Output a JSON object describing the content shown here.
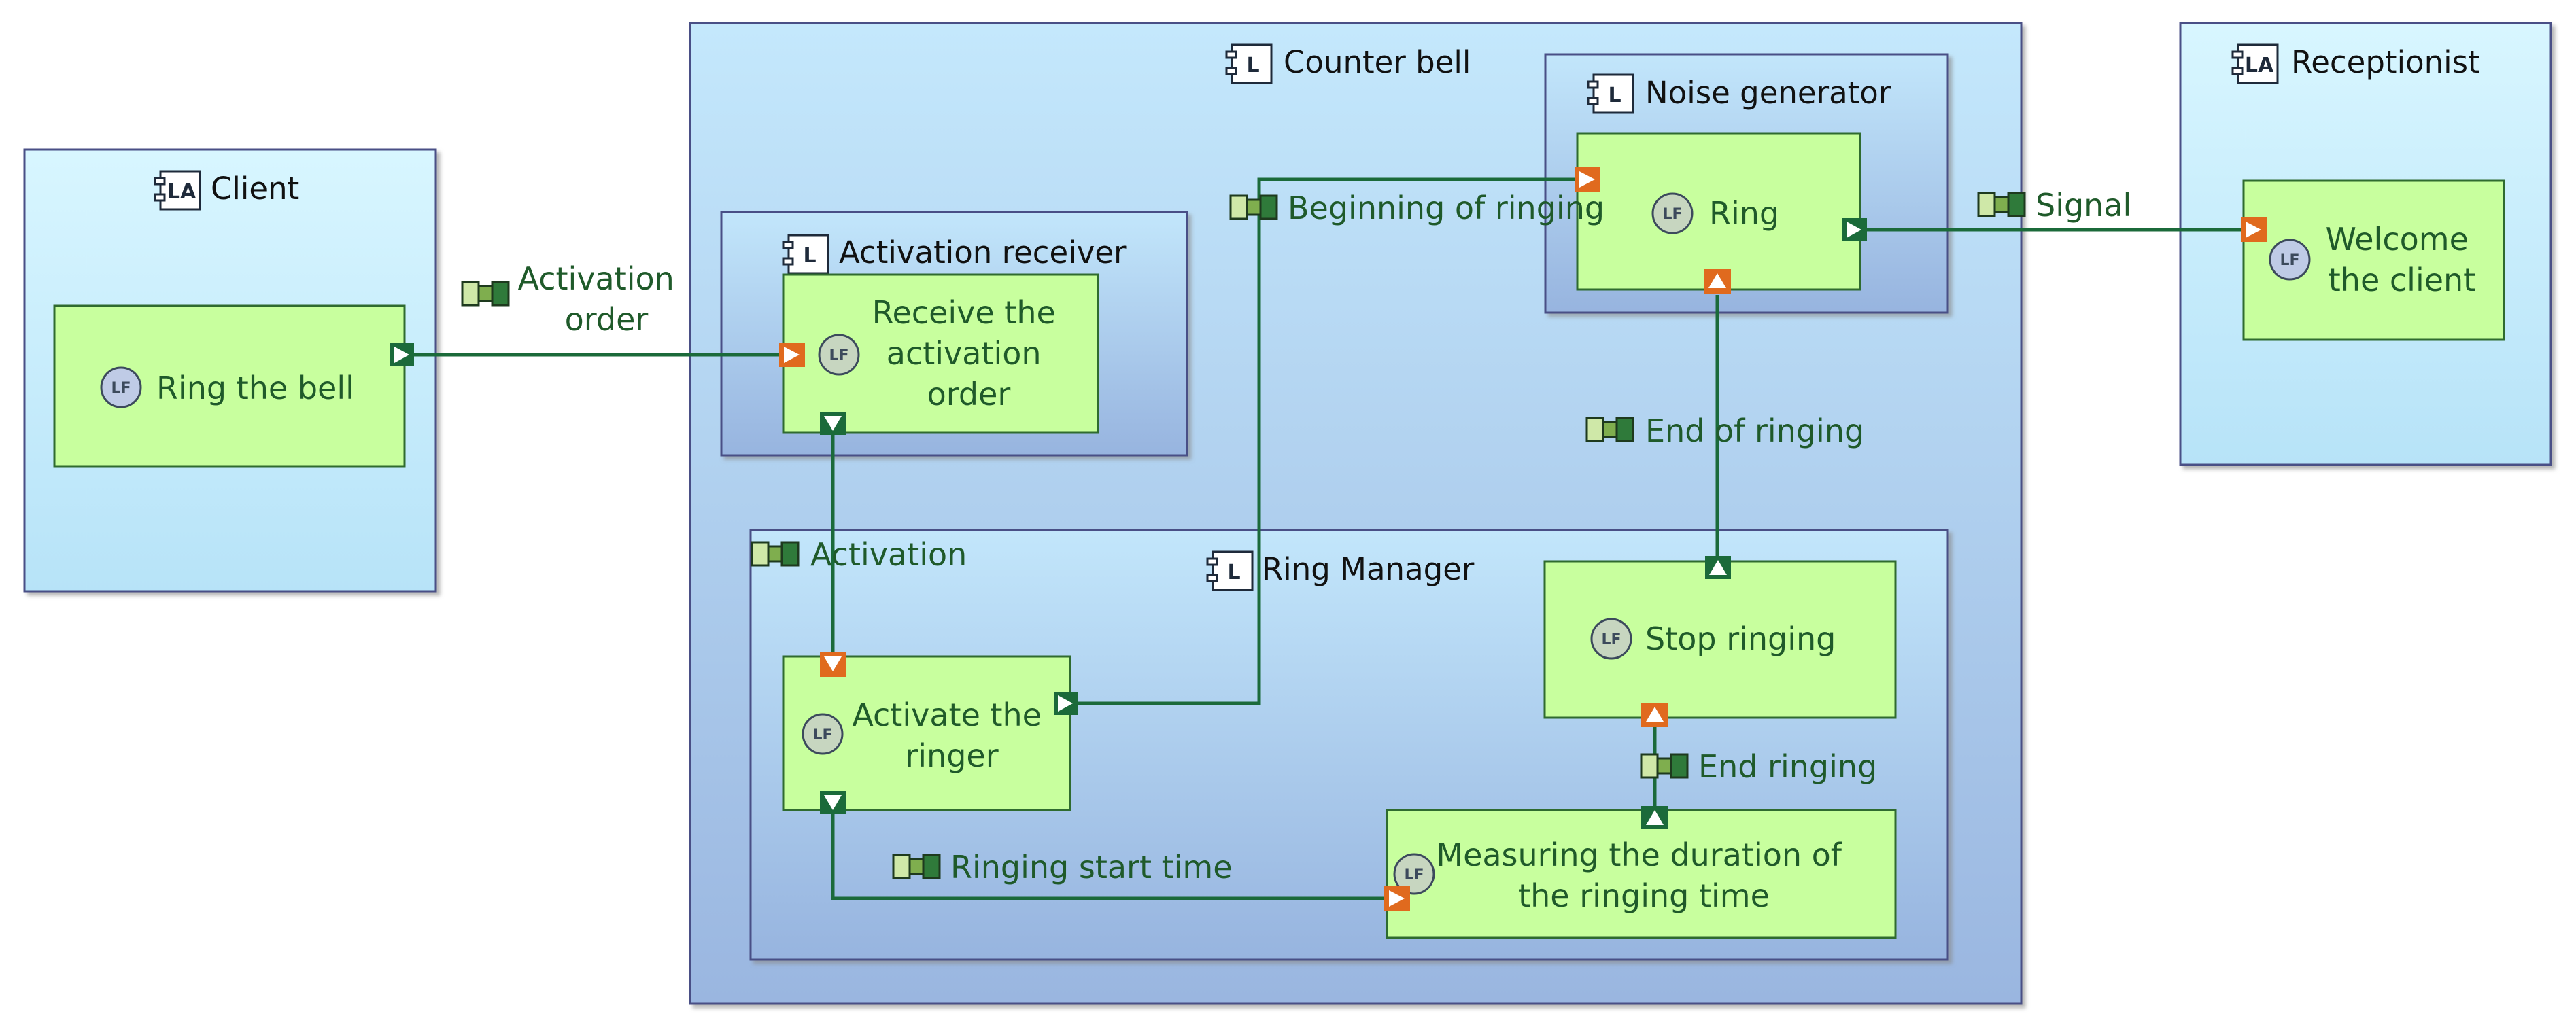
{
  "colors": {
    "actor_fill_top": "#d8f6ff",
    "actor_fill_bottom": "#b7e3f8",
    "component_fill_top": "#c2e6fb",
    "component_fill_bottom": "#97b4df",
    "border": "#4a4f86",
    "function_fill": "#c8ff9e",
    "function_border": "#2f6b2f",
    "exchange_line": "#1b6a3a",
    "port_out": "#1b6a3a",
    "port_in": "#e06a1e",
    "label_text": "#1f5a2a"
  },
  "icons": {
    "logical_actor_icon": "LA",
    "logical_component_icon": "L",
    "logical_function_icon": "LF",
    "exchange_item_icon": "exchange-item"
  },
  "actors": {
    "client": {
      "name": "Client"
    },
    "receptionist": {
      "name": "Receptionist"
    }
  },
  "components": {
    "counter_bell": {
      "name": "Counter bell"
    },
    "activation_receiver": {
      "name": "Activation receiver"
    },
    "noise_generator": {
      "name": "Noise generator"
    },
    "ring_manager": {
      "name": "Ring Manager"
    }
  },
  "functions": {
    "ring_the_bell": {
      "lines": [
        "Ring the bell"
      ]
    },
    "receive_activation": {
      "lines": [
        "Receive the",
        "activation",
        "order"
      ]
    },
    "ring": {
      "lines": [
        "Ring"
      ]
    },
    "welcome_client": {
      "lines": [
        "Welcome",
        "the client"
      ]
    },
    "stop_ringing": {
      "lines": [
        "Stop ringing"
      ]
    },
    "activate_ringer": {
      "lines": [
        "Activate the",
        "ringer"
      ]
    },
    "measuring_duration": {
      "lines": [
        "Measuring the duration of",
        "the ringing time"
      ]
    }
  },
  "exchanges": {
    "activation_order": {
      "lines": [
        "Activation",
        "order"
      ]
    },
    "beginning_of_ringing": {
      "lines": [
        "Beginning of ringing"
      ]
    },
    "signal": {
      "lines": [
        "Signal"
      ]
    },
    "end_of_ringing": {
      "lines": [
        "End of ringing"
      ]
    },
    "activation": {
      "lines": [
        "Activation"
      ]
    },
    "end_ringing": {
      "lines": [
        "End ringing"
      ]
    },
    "ringing_start_time": {
      "lines": [
        "Ringing start time"
      ]
    }
  }
}
